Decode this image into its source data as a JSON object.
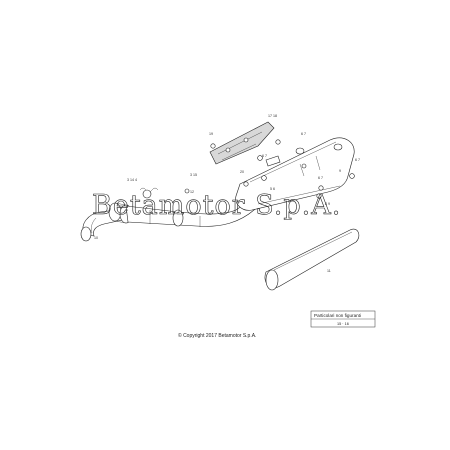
{
  "diagram": {
    "watermark": "Betamotor S.p.A.",
    "copyright": "© Copyright 2017 Betamotor S.p.A.",
    "legend": {
      "title": "Particolari non figuranti",
      "numbers": "15 · 16"
    },
    "callouts": [
      {
        "id": "17-18",
        "text": "17 18"
      },
      {
        "id": "19",
        "text": "19"
      },
      {
        "id": "6-7-top",
        "text": "6 7"
      },
      {
        "id": "6-7-mid",
        "text": "6 7"
      },
      {
        "id": "6-7-right",
        "text": "6 7"
      },
      {
        "id": "6-7-mount",
        "text": "6 7"
      },
      {
        "id": "3-14-4",
        "text": "3 14 4"
      },
      {
        "id": "3-15",
        "text": "3 15"
      },
      {
        "id": "10",
        "text": "10"
      },
      {
        "id": "20",
        "text": "20"
      },
      {
        "id": "12",
        "text": "12"
      },
      {
        "id": "11",
        "text": "11"
      },
      {
        "id": "8-9",
        "text": "8 9"
      },
      {
        "id": "5-6",
        "text": "5 6"
      },
      {
        "id": "9",
        "text": "9"
      }
    ]
  }
}
